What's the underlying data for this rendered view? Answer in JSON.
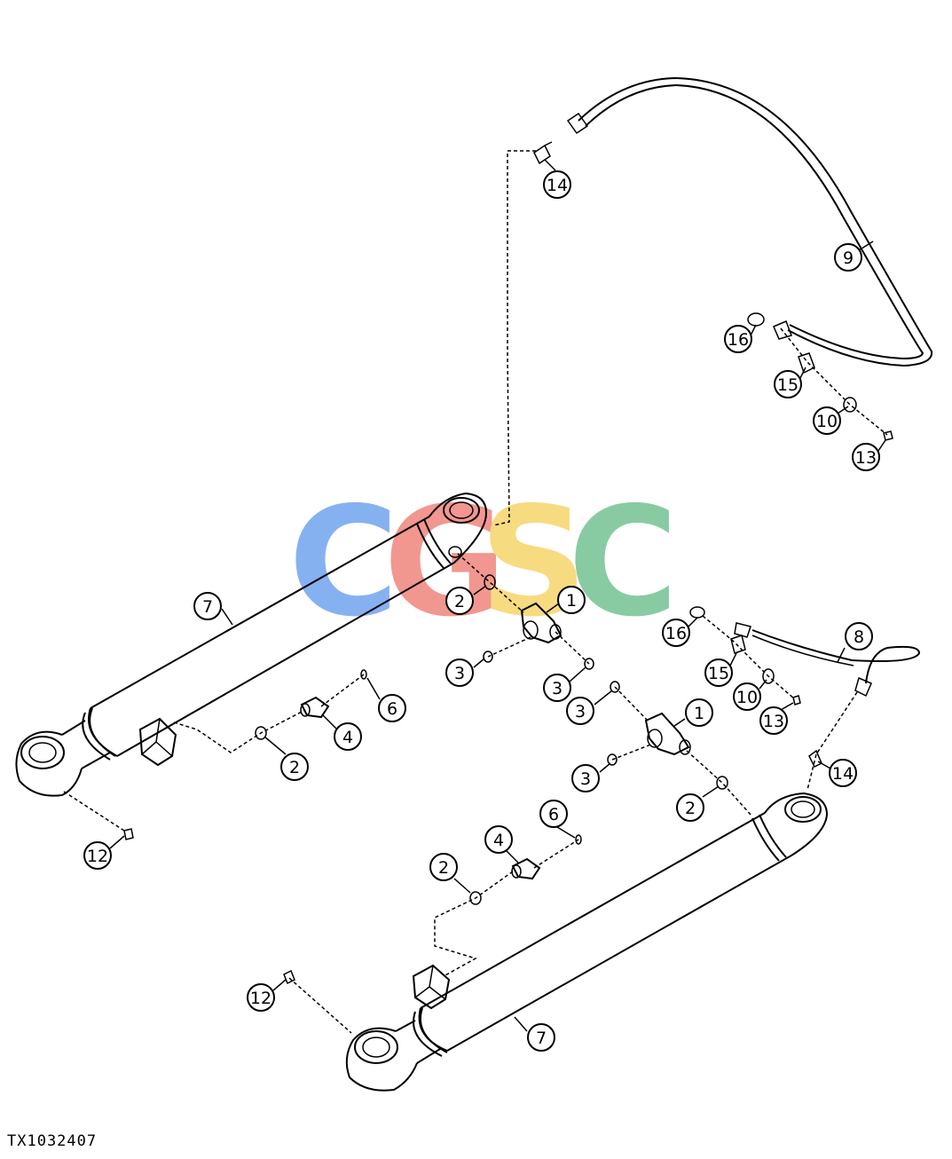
{
  "document_id": "TX1032407",
  "watermark": {
    "letters": [
      "C",
      "G",
      "S",
      "C"
    ],
    "colors": [
      "#7aa9f0",
      "#f08c84",
      "#f7d873",
      "#7cc69a"
    ]
  },
  "callouts": {
    "c1": "14",
    "c2": "9",
    "c3": "16",
    "c4": "15",
    "c5": "10",
    "c6": "13",
    "c7": "7",
    "c8": "2",
    "c9": "1",
    "c10": "3",
    "c11": "3",
    "c12": "6",
    "c13": "4",
    "c14": "2",
    "c15": "12",
    "c16": "16",
    "c17": "8",
    "c18": "15",
    "c19": "10",
    "c20": "13",
    "c21": "3",
    "c22": "1",
    "c23": "3",
    "c24": "14",
    "c25": "2",
    "c26": "6",
    "c27": "4",
    "c28": "2",
    "c29": "12",
    "c30": "7"
  }
}
